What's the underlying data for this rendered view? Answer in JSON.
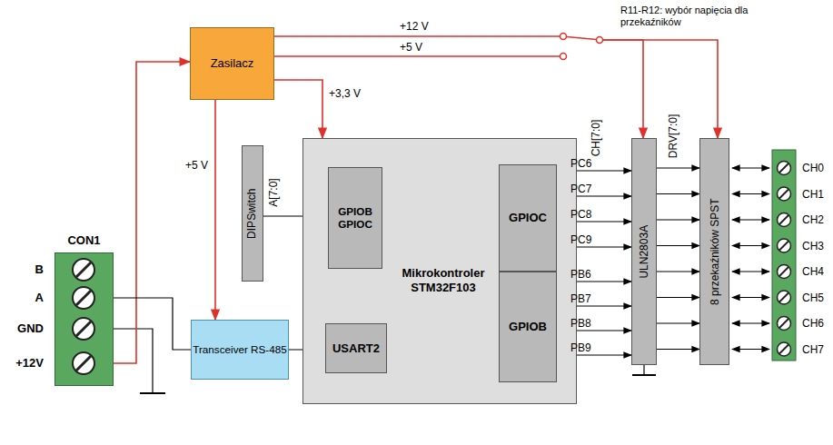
{
  "diagram": {
    "nodes": [
      {
        "text": [
          "Zasilacz"
        ]
      },
      {
        "text": [
          "DIPSwitch"
        ]
      },
      {
        "text": [
          "Mikrokontroler STM32F103"
        ]
      },
      {
        "text": [
          "GPIOB GPIOC"
        ],
        "in": 2
      },
      {
        "text": [
          "USART2"
        ],
        "in": 2
      },
      {
        "text": [
          "GPIOC"
        ],
        "in": 2
      },
      {
        "text": [
          "GPIOB"
        ],
        "in": 2
      },
      {
        "text": [
          "Transceiver RS-485"
        ]
      },
      {
        "text": [
          "ULN2803A"
        ]
      },
      {
        "text": [
          "8 przekaźników SPST"
        ]
      },
      {
        "text": [
          "CON1"
        ]
      }
    ],
    "edges": [
      {
        "from": 10,
        "to": 0,
        "arrow": "to"
      },
      {
        "from": 0,
        "to": 7,
        "label": "+5 V",
        "arrow": "to"
      },
      {
        "from": 0,
        "to": 2,
        "label": "+3,3 V",
        "arrow": "to"
      },
      {
        "from": 0,
        "to": 8,
        "label": "+12 V",
        "arrow": "to"
      },
      {
        "from": 0,
        "to": 9,
        "label": "+5 V",
        "arrow": "to"
      },
      {
        "from": 5,
        "to": 8,
        "label": "PC6",
        "arrow": "to"
      },
      {
        "from": 5,
        "to": 8,
        "label": "PC7",
        "arrow": "to"
      },
      {
        "from": 5,
        "to": 8,
        "label": "PC8",
        "arrow": "to"
      },
      {
        "from": 5,
        "to": 8,
        "label": "PC9",
        "arrow": "to"
      },
      {
        "from": 6,
        "to": 8,
        "label": "PB6",
        "arrow": "to"
      },
      {
        "from": 6,
        "to": 8,
        "label": "PB7",
        "arrow": "to"
      },
      {
        "from": 6,
        "to": 8,
        "label": "PB8",
        "arrow": "to"
      },
      {
        "from": 6,
        "to": 8,
        "label": "PB9",
        "arrow": "to"
      },
      {
        "from": 8,
        "to": 9,
        "arrow": "to"
      },
      {
        "from": 8,
        "to": 9,
        "arrow": "to"
      },
      {
        "from": 8,
        "to": 9,
        "arrow": "to"
      },
      {
        "from": 8,
        "to": 9,
        "arrow": "to"
      },
      {
        "from": 8,
        "to": 9,
        "arrow": "to"
      },
      {
        "from": 8,
        "to": 9,
        "arrow": "to"
      },
      {
        "from": 8,
        "to": 9,
        "arrow": "to"
      },
      {
        "from": 8,
        "to": 9,
        "arrow": "to"
      },
      {
        "from": 7,
        "to": 4,
        "arrow": "none"
      },
      {
        "from": 10,
        "to": 7,
        "arrow": "none"
      },
      {
        "from": 1,
        "to": 3,
        "label": "A[7:0]",
        "arrow": "none"
      }
    ],
    "labels": [
      "R11-R12: wybór napięcia dla przekaźników",
      "CH[7:0]",
      "DRV[7:0]",
      "B",
      "A",
      "GND",
      "+12V",
      "CH0",
      "CH1",
      "CH2",
      "CH3",
      "CH4",
      "CH5",
      "CH6",
      "CH7"
    ]
  }
}
